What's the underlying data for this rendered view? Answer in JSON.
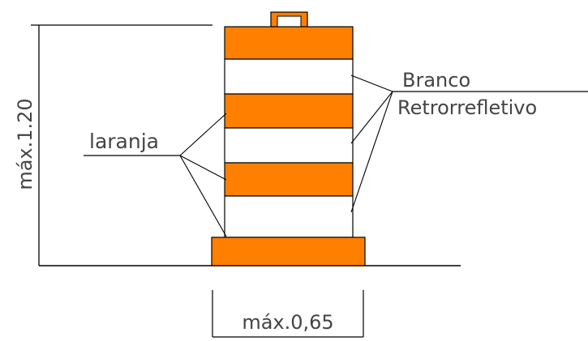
{
  "labels": {
    "height_dimension": "máx.1.20",
    "width_dimension": "máx.0,65",
    "orange_label": "laranja",
    "white_label_line1": "Branco",
    "white_label_line2": "Retrorrefletivo"
  },
  "colors": {
    "orange": "#ff7f00",
    "white": "#ffffff",
    "line": "#000000",
    "text": "#444444"
  }
}
